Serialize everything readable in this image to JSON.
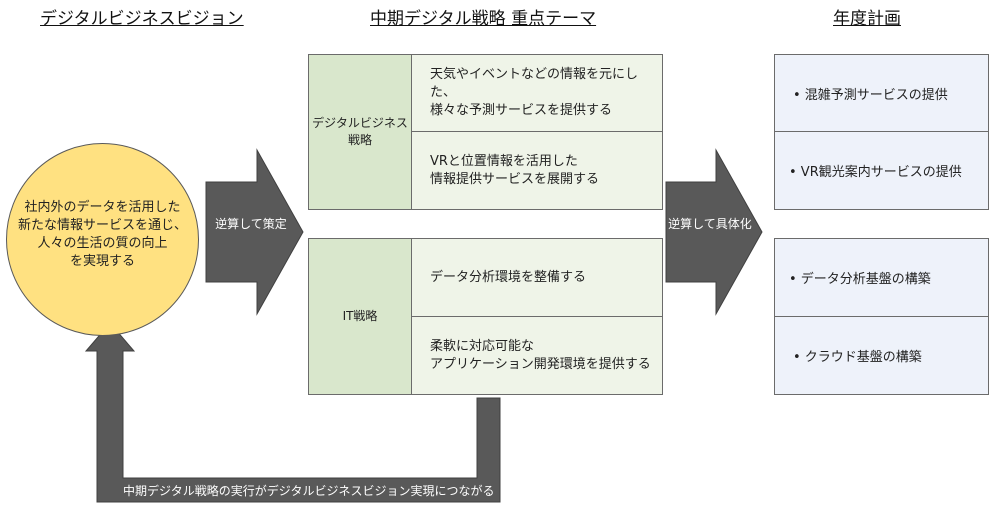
{
  "headings": {
    "vision": "デジタルビジネスビジョン",
    "strategy": "中期デジタル戦略 重点テーマ",
    "plan": "年度計画"
  },
  "vision": {
    "text": "社内外のデータを活用した\n新たな情報サービスを通じ、\n人々の生活の質の向上\nを実現する"
  },
  "arrows": {
    "to_strategy": "逆算して策定",
    "to_plan": "逆算して具体化",
    "feedback": "中期デジタル戦略の実行がデジタルビジネスビジョン実現につながる"
  },
  "strategy_blocks": [
    {
      "label": "デジタルビジネス\n戦略",
      "items": [
        "天気やイベントなどの情報を元にした、\n様々な予測サービスを提供する",
        "VRと位置情報を活用した\n情報提供サービスを展開する"
      ]
    },
    {
      "label": "IT戦略",
      "items": [
        "データ分析環境を整備する",
        "柔軟に対応可能な\nアプリケーション開発環境を提供する"
      ]
    }
  ],
  "plan_blocks": [
    {
      "items": [
        "• 混雑予測サービスの提供",
        "• VR観光案内サービスの提供"
      ]
    },
    {
      "items": [
        "• データ分析基盤の構築",
        "• クラウド基盤の構築"
      ]
    }
  ],
  "colors": {
    "circle_fill": "#ffe181",
    "strategy_label_fill": "#d9e7cc",
    "strategy_item_fill": "#eff4e8",
    "plan_fill": "#eef2fa",
    "arrow_fill": "#595959"
  }
}
